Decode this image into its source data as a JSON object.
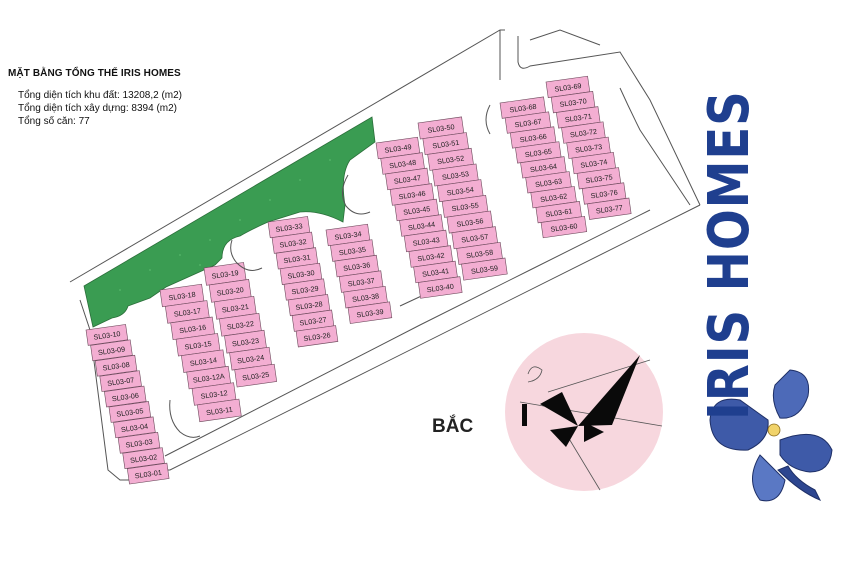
{
  "header": {
    "title": "MẶT BẰNG TỔNG THỂ IRIS HOMES",
    "land_area": "Tổng diện tích khu đất: 13208,2 (m2)",
    "built_area": "Tổng diện tích xây dựng: 8394 (m2)",
    "unit_count": "Tổng số căn: 77"
  },
  "compass": {
    "north_label": "BẮC"
  },
  "brand": {
    "name": "IRIS HOMES"
  },
  "colors": {
    "lot": "#f3aed2",
    "lot_border": "#6d4a5c",
    "green_space": "#3a9c52",
    "compass_disc": "#f7d7de",
    "brand": "#1f3f8f"
  },
  "blocks": [
    {
      "name": "block-a",
      "lots": [
        "SL03-10",
        "SL03-09",
        "SL03-08",
        "SL03-07",
        "SL03-06",
        "SL03-05",
        "SL03-04",
        "SL03-03",
        "SL03-02",
        "SL03-01"
      ]
    },
    {
      "name": "block-b-left",
      "lots": [
        "SL03-18",
        "SL03-17",
        "SL03-16",
        "SL03-15",
        "SL03-14",
        "SL03-12A",
        "SL03-12",
        "SL03-11"
      ]
    },
    {
      "name": "block-b-right",
      "lots": [
        "SL03-19",
        "SL03-20",
        "SL03-21",
        "SL03-22",
        "SL03-23",
        "SL03-24",
        "SL03-25"
      ]
    },
    {
      "name": "block-c-left",
      "lots": [
        "SL03-33",
        "SL03-32",
        "SL03-31",
        "SL03-30",
        "SL03-29",
        "SL03-28",
        "SL03-27",
        "SL03-26"
      ]
    },
    {
      "name": "block-c-right",
      "lots": [
        "SL03-34",
        "SL03-35",
        "SL03-36",
        "SL03-37",
        "SL03-38",
        "SL03-39"
      ]
    },
    {
      "name": "block-d-left",
      "lots": [
        "SL03-49",
        "SL03-48",
        "SL03-47",
        "SL03-46",
        "SL03-45",
        "SL03-44",
        "SL03-43",
        "SL03-42",
        "SL03-41",
        "SL03-40"
      ]
    },
    {
      "name": "block-d-right",
      "lots": [
        "SL03-50",
        "SL03-51",
        "SL03-52",
        "SL03-53",
        "SL03-54",
        "SL03-55",
        "SL03-56",
        "SL03-57",
        "SL03-58",
        "SL03-59"
      ]
    },
    {
      "name": "block-e-left",
      "lots": [
        "SL03-68",
        "SL03-67",
        "SL03-66",
        "SL03-65",
        "SL03-64",
        "SL03-63",
        "SL03-62",
        "SL03-61",
        "SL03-60"
      ]
    },
    {
      "name": "block-e-right",
      "lots": [
        "SL03-69",
        "SL03-70",
        "SL03-71",
        "SL03-72",
        "SL03-73",
        "SL03-74",
        "SL03-75",
        "SL03-76",
        "SL03-77"
      ]
    }
  ]
}
